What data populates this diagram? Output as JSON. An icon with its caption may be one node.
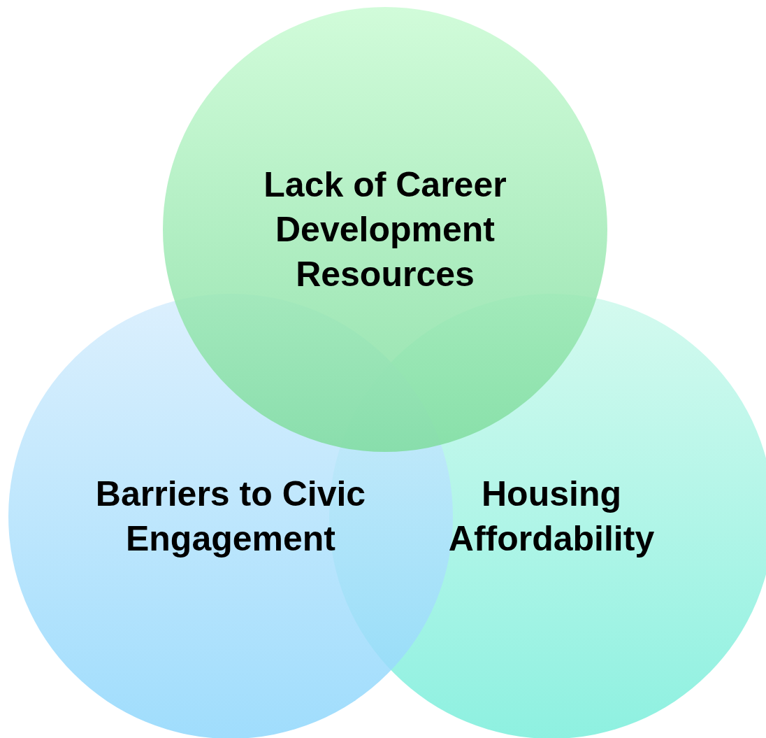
{
  "diagram": {
    "nodes": [
      {
        "text": [
          "Lack of Career Development Resources"
        ]
      },
      {
        "text": [
          "Barriers to Civic Engagement"
        ]
      },
      {
        "text": [
          "Housing Affordability"
        ]
      }
    ]
  }
}
